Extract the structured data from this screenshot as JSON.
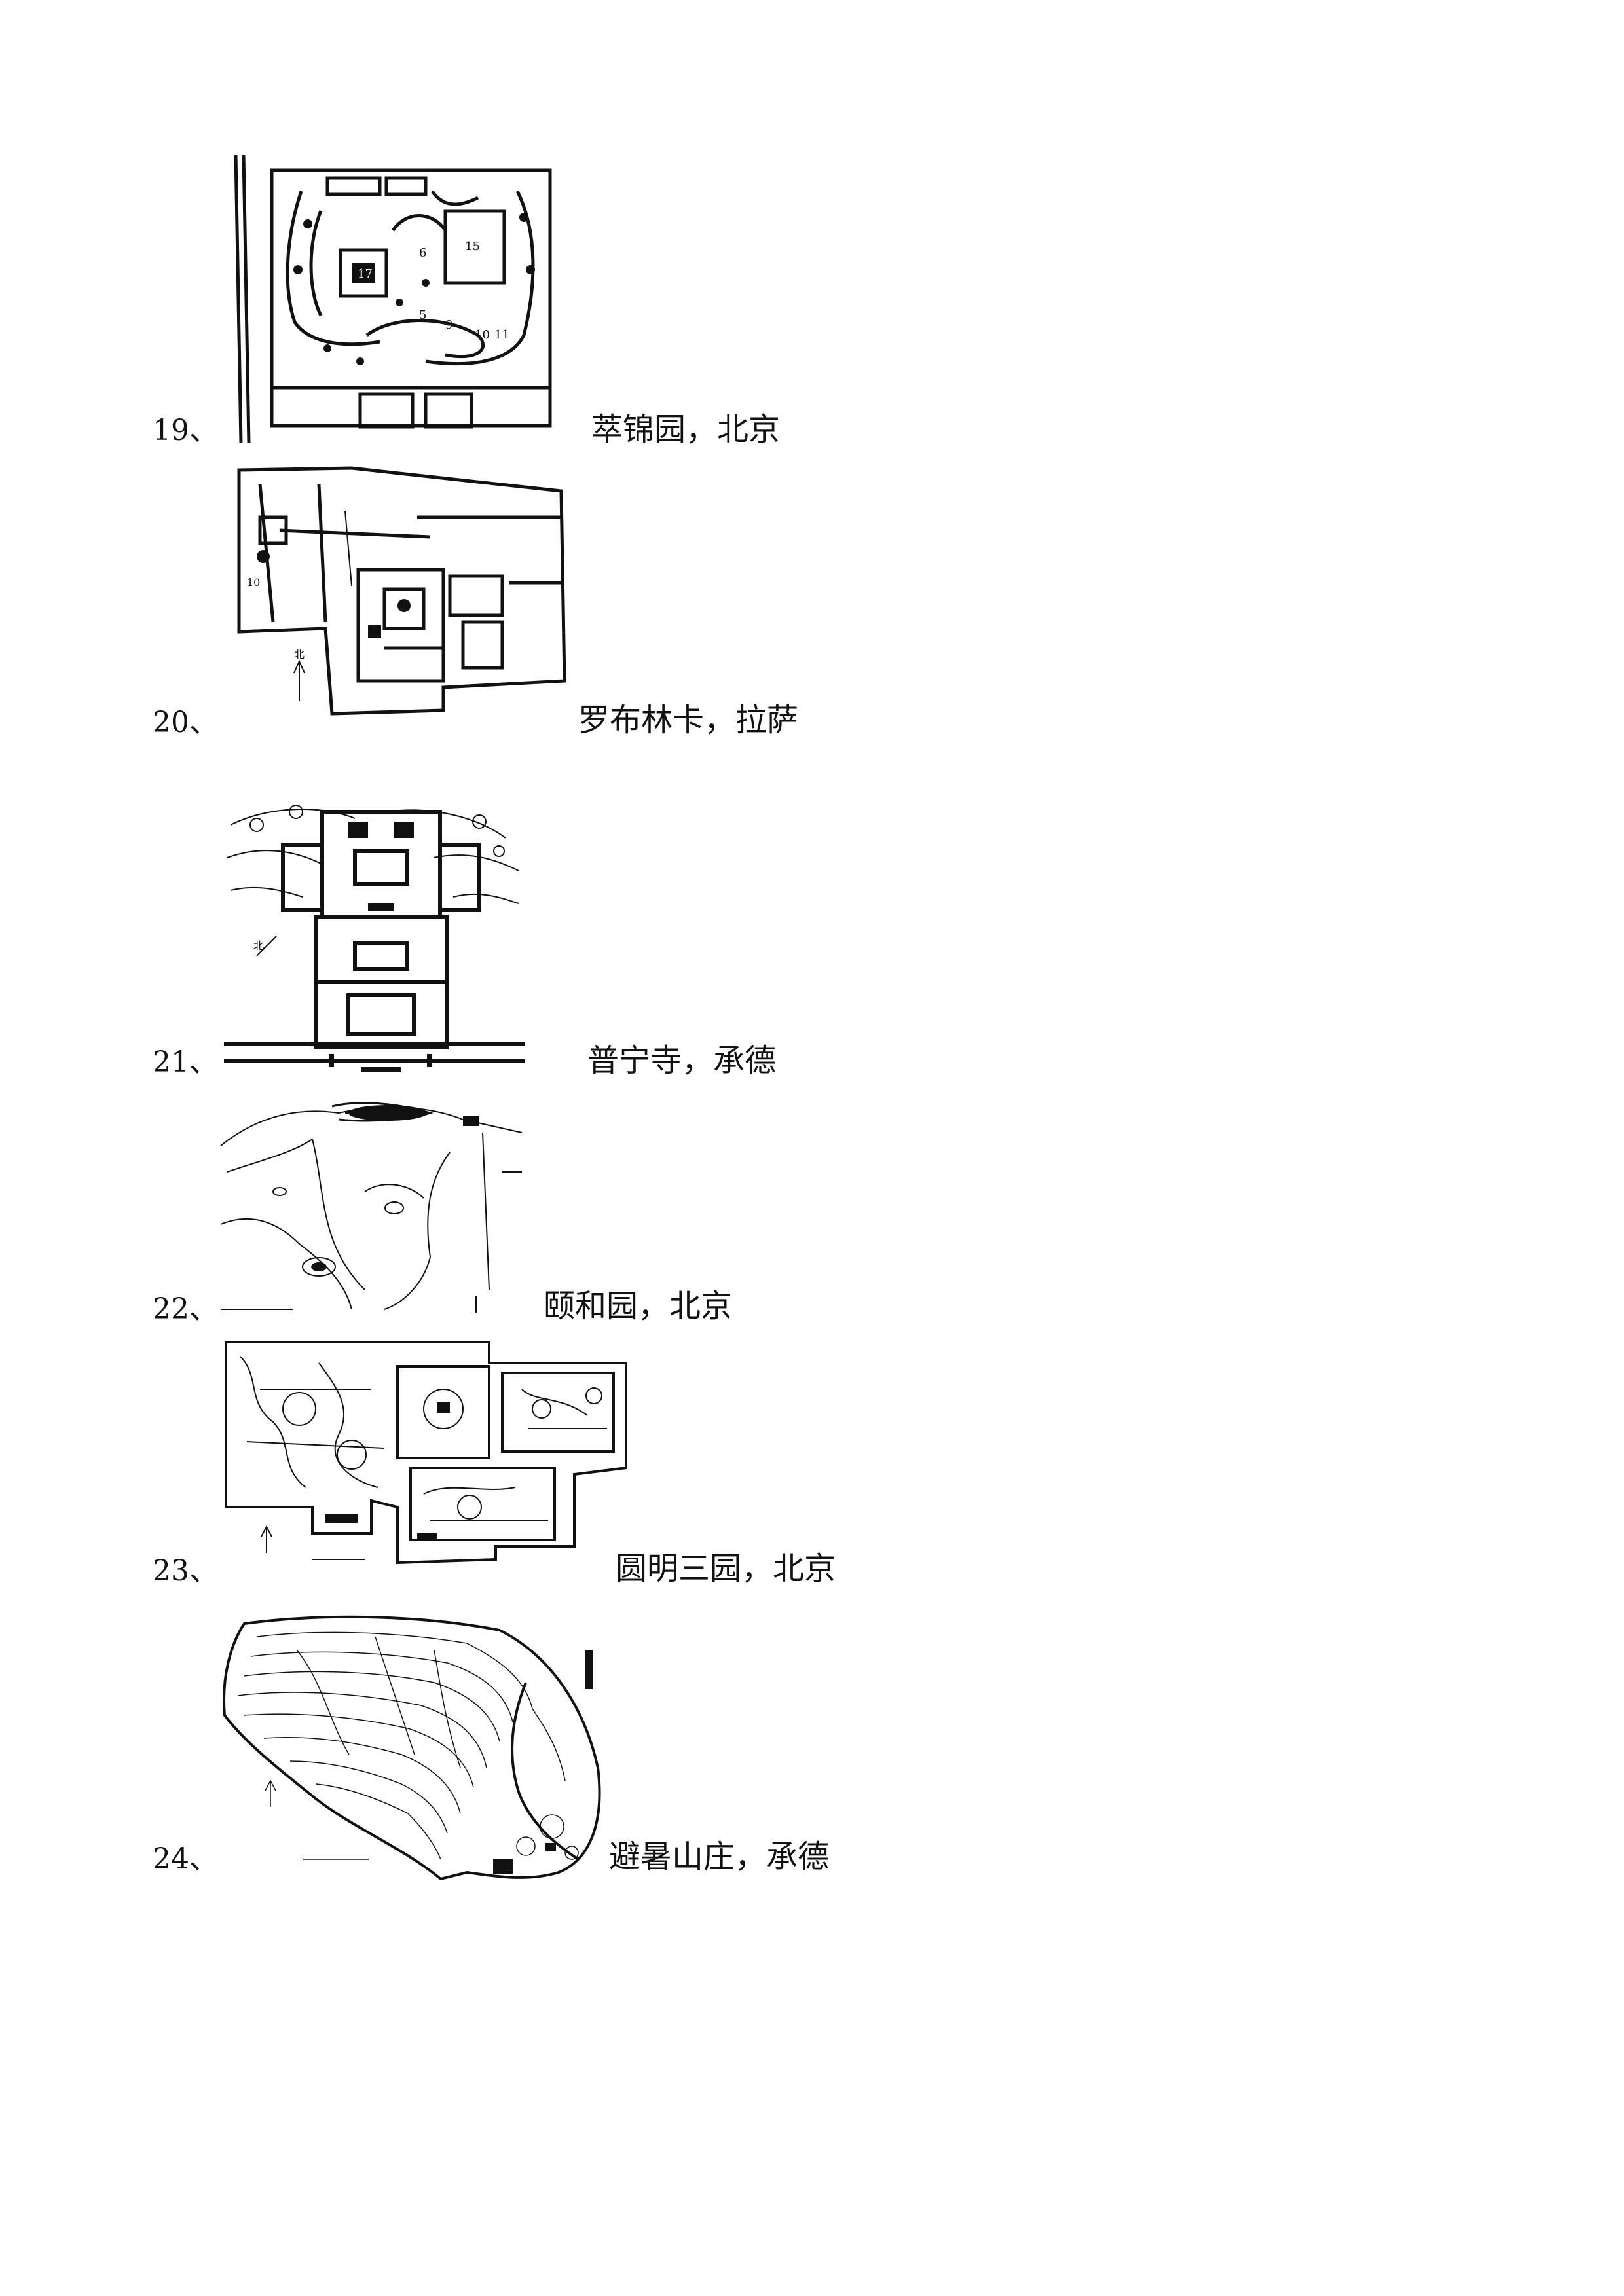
{
  "entries": [
    {
      "number": "19、",
      "caption": "萃锦园，北京"
    },
    {
      "number": "20、",
      "caption": "罗布林卡，拉萨"
    },
    {
      "number": "21、",
      "caption": "普宁寺，承德"
    },
    {
      "number": "22、",
      "caption": "颐和园，北京"
    },
    {
      "number": "23、",
      "caption": "圆明三园，北京"
    },
    {
      "number": "24、",
      "caption": "避暑山庄，承德"
    }
  ],
  "plan_labels": {
    "e19": [
      "15",
      "17",
      "6",
      "9",
      "5",
      "10",
      "11"
    ],
    "e20": [
      "10",
      "北"
    ],
    "e21": [
      "北"
    ]
  }
}
